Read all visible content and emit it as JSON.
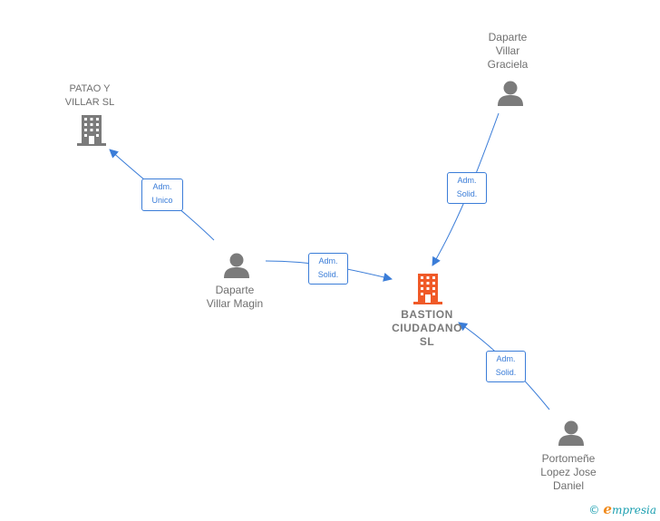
{
  "nodes": {
    "patao": {
      "label_line1": "PATAO Y",
      "label_line2": "VILLAR SL",
      "kind": "company",
      "icon": "building-icon",
      "color": "#7b7b7b"
    },
    "bastion": {
      "label_line1": "BASTION",
      "label_line2": "CIUDADANO",
      "label_line3": "SL",
      "kind": "company-main",
      "icon": "building-icon",
      "color": "#f05a28"
    },
    "graciela": {
      "label_line1": "Daparte",
      "label_line2": "Villar",
      "label_line3": "Graciela",
      "kind": "person",
      "icon": "person-icon",
      "color": "#7b7b7b"
    },
    "magin": {
      "label_line1": "Daparte",
      "label_line2": "Villar Magin",
      "kind": "person",
      "icon": "person-icon",
      "color": "#7b7b7b"
    },
    "portomene": {
      "label_line1": "Portomeñe",
      "label_line2": "Lopez Jose",
      "label_line3": "Daniel",
      "kind": "person",
      "icon": "person-icon",
      "color": "#7b7b7b"
    }
  },
  "edges": {
    "magin_patao": {
      "line1": "Adm.",
      "line2": "Unico"
    },
    "magin_bastion": {
      "line1": "Adm.",
      "line2": "Solid."
    },
    "graciela_bastion": {
      "line1": "Adm.",
      "line2": "Solid."
    },
    "portomene_bastion": {
      "line1": "Adm.",
      "line2": "Solid."
    }
  },
  "edge_color": "#3b7dd8",
  "brand": {
    "copyright": "©",
    "initial": "e",
    "name": "mpresia"
  }
}
